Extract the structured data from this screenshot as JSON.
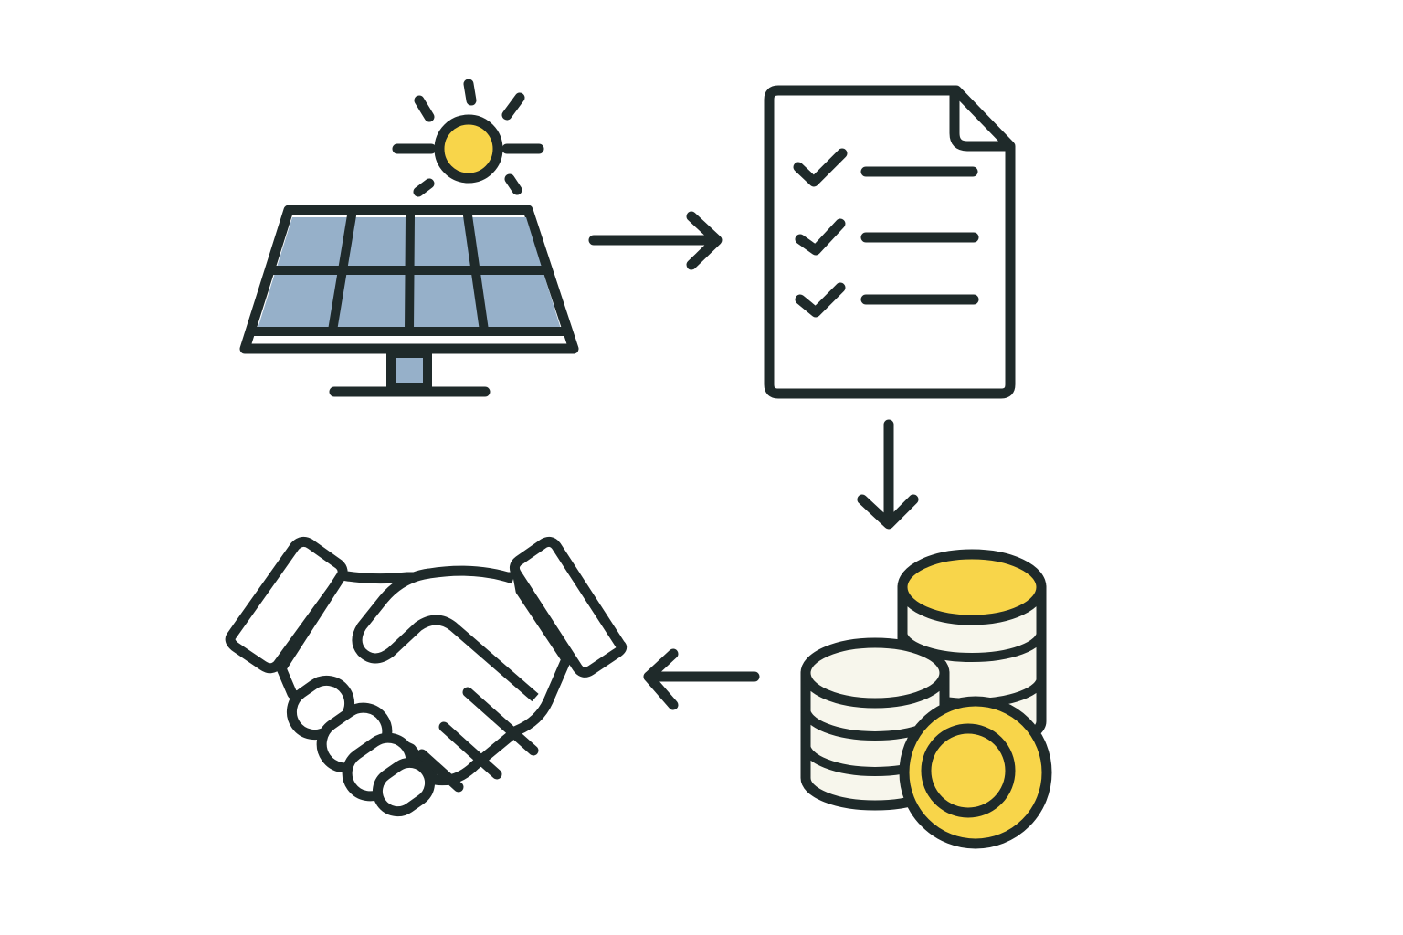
{
  "diagram": {
    "colors": {
      "outline": "#1f2a2a",
      "sun_yellow": "#f8d54a",
      "panel_blue": "#96b0c9",
      "coin_gold": "#f8d54a",
      "coin_cream": "#f7f6ec",
      "background": "#ffffff"
    },
    "nodes": [
      {
        "id": "solar",
        "icon": "solar-panel-with-sun-icon"
      },
      {
        "id": "checklist",
        "icon": "checklist-document-icon"
      },
      {
        "id": "coins",
        "icon": "coin-stacks-icon"
      },
      {
        "id": "handshake",
        "icon": "handshake-icon"
      }
    ],
    "edges": [
      {
        "from": "solar",
        "to": "checklist",
        "icon": "arrow-right-icon"
      },
      {
        "from": "checklist",
        "to": "coins",
        "icon": "arrow-down-icon"
      },
      {
        "from": "coins",
        "to": "handshake",
        "icon": "arrow-left-icon"
      }
    ]
  }
}
